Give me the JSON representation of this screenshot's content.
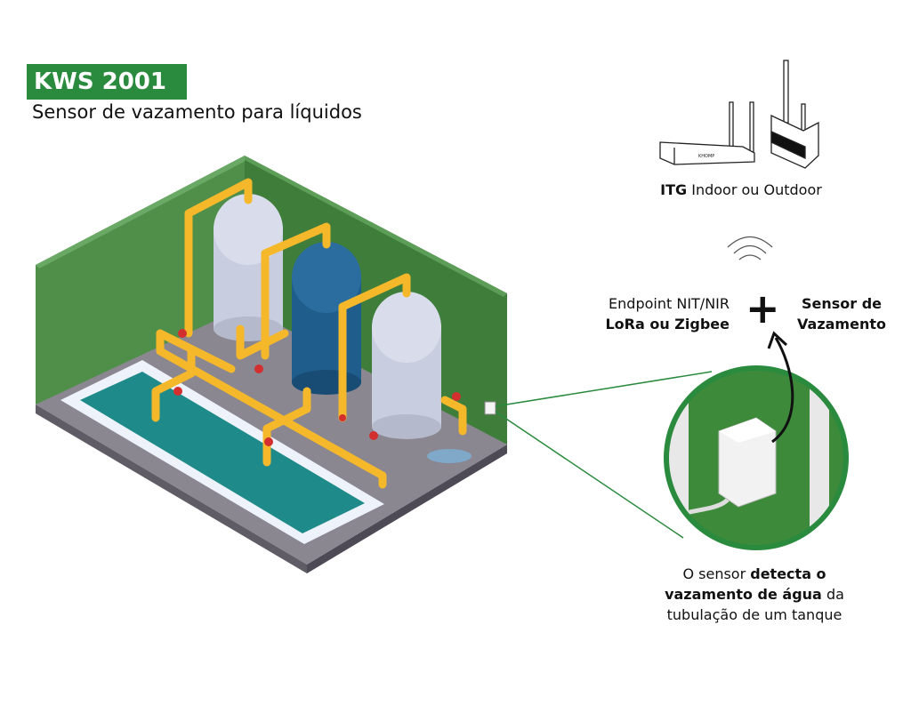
{
  "header": {
    "product_code": "KWS 2001",
    "subtitle": "Sensor de vazamento para líquidos"
  },
  "gateway": {
    "label_bold": "ITG",
    "label_rest": " Indoor ou Outdoor",
    "device_brand": "KHOMP"
  },
  "endpoint": {
    "line1": "Endpoint NIT/NIR",
    "line2": "LoRa ou Zigbee"
  },
  "plus_symbol": "+",
  "sensor": {
    "line1": "Sensor de",
    "line2": "Vazamento"
  },
  "description": {
    "part1": "O sensor ",
    "part2_bold": "detecta o",
    "part3_bold": "vazamento de água",
    "part4": " da",
    "part5": "tubulação de um tanque"
  },
  "colors": {
    "brand_green": "#2a8a3e",
    "wall_green": "#4f8f4a",
    "pipe_yellow": "#f5b82a",
    "tank_blue": "#1f5d8c",
    "water_teal": "#1e8a8a",
    "floor_grey": "#8a8790"
  }
}
